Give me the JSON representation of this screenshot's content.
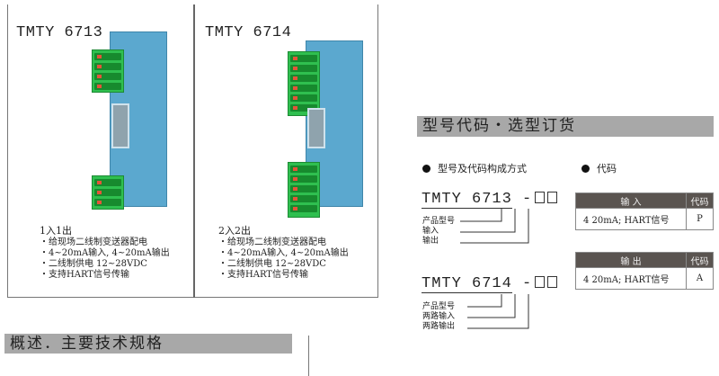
{
  "products": [
    {
      "model": "TMTY 6713",
      "title": "1入1出",
      "features": [
        "给现场二线制变送器配电",
        "4~20mA输入, 4~20mA输出",
        "二线制供电 12~28VDC",
        "支持HART信号传输"
      ]
    },
    {
      "model": "TMTY 6714",
      "title": "2入2出",
      "features": [
        "给现场二线制变送器配电",
        "4~20mA输入, 4~20mA输出",
        "二线制供电 12~28VDC",
        "支持HART信号传输"
      ]
    }
  ],
  "overview_heading": "概述．主要技术规格",
  "ordering": {
    "heading": "型号代码・选型订货",
    "composition_title": "型号及代码构成方式",
    "code_title": "代码",
    "code1": {
      "model": "TMTY 6713",
      "dash": "-",
      "labels": [
        "产品型号",
        "输入",
        "输出"
      ]
    },
    "code2": {
      "model": "TMTY 6714",
      "dash": "-",
      "labels": [
        "产品型号",
        "两路输入",
        "两路输出"
      ]
    },
    "input_table": {
      "header": "输  入",
      "code_header": "代码",
      "row": "4  20mA; HART信号",
      "code": "P"
    },
    "output_table": {
      "header": "输  出",
      "code_header": "代码",
      "row": "4  20mA; HART信号",
      "code": "A"
    }
  }
}
